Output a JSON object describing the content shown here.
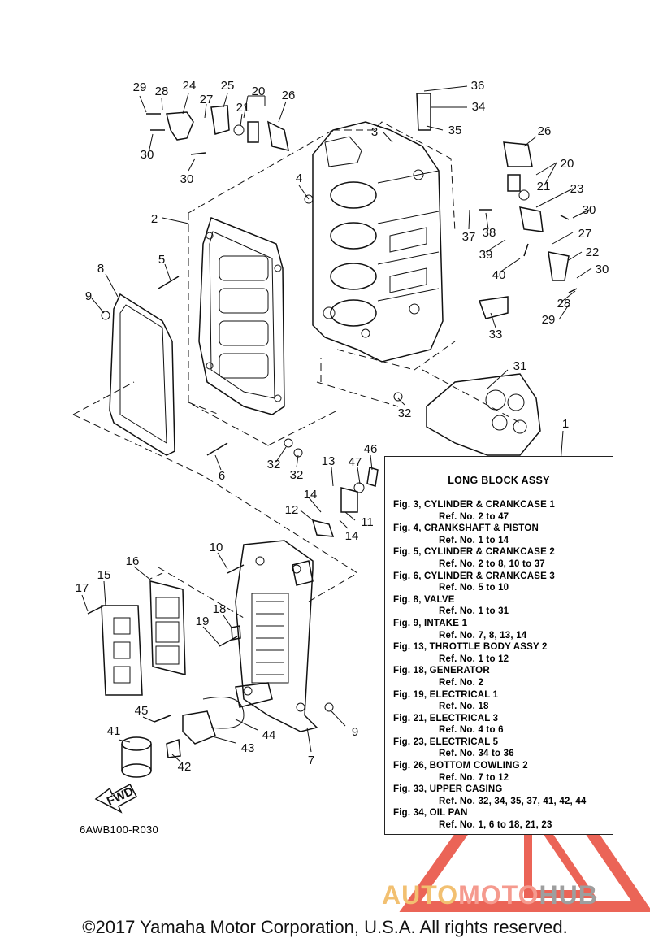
{
  "callouts": [
    {
      "id": "c29a",
      "text": "29"
    },
    {
      "id": "c28a",
      "text": "28"
    },
    {
      "id": "c24",
      "text": "24"
    },
    {
      "id": "c25",
      "text": "25"
    },
    {
      "id": "c20a",
      "text": "20"
    },
    {
      "id": "c27a",
      "text": "27"
    },
    {
      "id": "c21a",
      "text": "21"
    },
    {
      "id": "c26a",
      "text": "26"
    },
    {
      "id": "c30a",
      "text": "30"
    },
    {
      "id": "c30b",
      "text": "30"
    },
    {
      "id": "c36",
      "text": "36"
    },
    {
      "id": "c34",
      "text": "34"
    },
    {
      "id": "c35",
      "text": "35"
    },
    {
      "id": "c3",
      "text": "3"
    },
    {
      "id": "c26b",
      "text": "26"
    },
    {
      "id": "c20b",
      "text": "20"
    },
    {
      "id": "c21b",
      "text": "21"
    },
    {
      "id": "c23",
      "text": "23"
    },
    {
      "id": "c30c",
      "text": "30"
    },
    {
      "id": "c27b",
      "text": "27"
    },
    {
      "id": "c22",
      "text": "22"
    },
    {
      "id": "c30d",
      "text": "30"
    },
    {
      "id": "c28b",
      "text": "28"
    },
    {
      "id": "c29b",
      "text": "29"
    },
    {
      "id": "c4",
      "text": "4"
    },
    {
      "id": "c2",
      "text": "2"
    },
    {
      "id": "c37",
      "text": "37"
    },
    {
      "id": "c38",
      "text": "38"
    },
    {
      "id": "c39",
      "text": "39"
    },
    {
      "id": "c40",
      "text": "40"
    },
    {
      "id": "c33",
      "text": "33"
    },
    {
      "id": "c31",
      "text": "31"
    },
    {
      "id": "c32a",
      "text": "32"
    },
    {
      "id": "c5",
      "text": "5"
    },
    {
      "id": "c8",
      "text": "8"
    },
    {
      "id": "c9a",
      "text": "9"
    },
    {
      "id": "c6",
      "text": "6"
    },
    {
      "id": "c32b",
      "text": "32"
    },
    {
      "id": "c32c",
      "text": "32"
    },
    {
      "id": "c13",
      "text": "13"
    },
    {
      "id": "c47",
      "text": "47"
    },
    {
      "id": "c46",
      "text": "46"
    },
    {
      "id": "c14a",
      "text": "14"
    },
    {
      "id": "c12",
      "text": "12"
    },
    {
      "id": "c11",
      "text": "11"
    },
    {
      "id": "c14b",
      "text": "14"
    },
    {
      "id": "c1",
      "text": "1"
    },
    {
      "id": "c10",
      "text": "10"
    },
    {
      "id": "c16",
      "text": "16"
    },
    {
      "id": "c15",
      "text": "15"
    },
    {
      "id": "c17",
      "text": "17"
    },
    {
      "id": "c18",
      "text": "18"
    },
    {
      "id": "c19",
      "text": "19"
    },
    {
      "id": "c45",
      "text": "45"
    },
    {
      "id": "c41",
      "text": "41"
    },
    {
      "id": "c44",
      "text": "44"
    },
    {
      "id": "c9b",
      "text": "9"
    },
    {
      "id": "c43",
      "text": "43"
    },
    {
      "id": "c42",
      "text": "42"
    },
    {
      "id": "c7",
      "text": "7"
    }
  ],
  "fwd_label": "FWD",
  "legend": {
    "title": "LONG BLOCK ASSY",
    "rows": [
      {
        "fig": "Fig. 3, CYLINDER & CRANKCASE 1",
        "ref": "Ref. No. 2 to 47"
      },
      {
        "fig": "Fig. 4, CRANKSHAFT & PISTON",
        "ref": "Ref. No. 1 to 14"
      },
      {
        "fig": "Fig. 5, CYLINDER & CRANKCASE 2",
        "ref": "Ref. No. 2 to 8, 10 to 37"
      },
      {
        "fig": "Fig. 6, CYLINDER & CRANKCASE 3",
        "ref": "Ref. No. 5 to 10"
      },
      {
        "fig": "Fig. 8, VALVE",
        "ref": "Ref. No. 1 to 31"
      },
      {
        "fig": "Fig. 9, INTAKE 1",
        "ref": "Ref. No. 7, 8, 13, 14"
      },
      {
        "fig": "Fig. 13, THROTTLE BODY ASSY 2",
        "ref": "Ref. No. 1 to 12"
      },
      {
        "fig": "Fig. 18, GENERATOR",
        "ref": "Ref. No. 2"
      },
      {
        "fig": "Fig. 19, ELECTRICAL 1",
        "ref": "Ref. No. 18"
      },
      {
        "fig": "Fig. 21, ELECTRICAL 3",
        "ref": "Ref. No. 4 to 6"
      },
      {
        "fig": "Fig. 23, ELECTRICAL 5",
        "ref": "Ref. No. 34 to 36"
      },
      {
        "fig": "Fig. 26, BOTTOM COWLING 2",
        "ref": "Ref. No. 7 to 12"
      },
      {
        "fig": "Fig. 33, UPPER CASING",
        "ref": "Ref. No. 32, 34, 35, 37, 41, 42, 44"
      },
      {
        "fig": "Fig. 34, OIL PAN",
        "ref": "Ref. No. 1, 6 to 18, 21, 23"
      }
    ]
  },
  "drawing_code": "6AWB100-R030",
  "watermark": {
    "part1": "AUTO",
    "part2": "MOTO",
    "part3": "HUB",
    "colors": {
      "auto": "#f2c071",
      "moto": "#f59a8e",
      "hub": "#9e9e9e",
      "triangle": "#e84a3a"
    }
  },
  "copyright": "©2017 Yamaha Motor Corporation, U.S.A. All rights reserved."
}
